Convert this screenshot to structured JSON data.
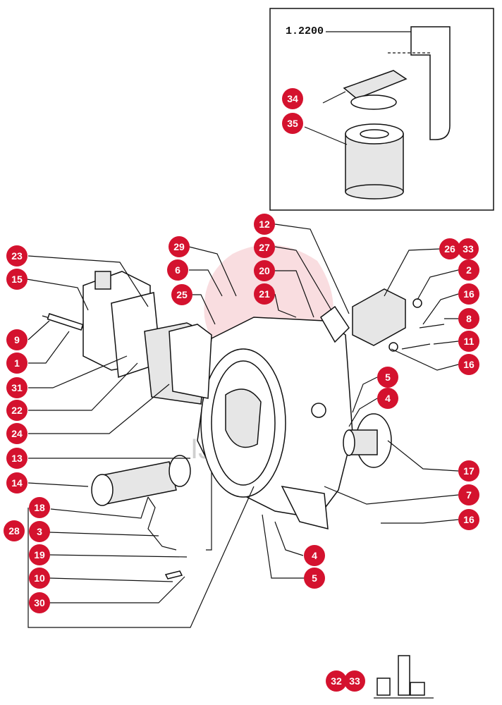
{
  "inset": {
    "reference": "1.2200"
  },
  "watermark": {
    "text": "IJHONX"
  },
  "callouts": [
    {
      "id": "c34",
      "label": "34"
    },
    {
      "id": "c35",
      "label": "35"
    },
    {
      "id": "c12",
      "label": "12"
    },
    {
      "id": "c29",
      "label": "29"
    },
    {
      "id": "c27",
      "label": "27"
    },
    {
      "id": "c26",
      "label": "26"
    },
    {
      "id": "c33a",
      "label": "33"
    },
    {
      "id": "c23",
      "label": "23"
    },
    {
      "id": "c15",
      "label": "15"
    },
    {
      "id": "c6",
      "label": "6"
    },
    {
      "id": "c20",
      "label": "20"
    },
    {
      "id": "c2",
      "label": "2"
    },
    {
      "id": "c25",
      "label": "25"
    },
    {
      "id": "c21",
      "label": "21"
    },
    {
      "id": "c16a",
      "label": "16"
    },
    {
      "id": "c8",
      "label": "8"
    },
    {
      "id": "c9",
      "label": "9"
    },
    {
      "id": "c11",
      "label": "11"
    },
    {
      "id": "c1",
      "label": "1"
    },
    {
      "id": "c16b",
      "label": "16"
    },
    {
      "id": "c31",
      "label": "31"
    },
    {
      "id": "c5a",
      "label": "5"
    },
    {
      "id": "c22",
      "label": "22"
    },
    {
      "id": "c4a",
      "label": "4"
    },
    {
      "id": "c24",
      "label": "24"
    },
    {
      "id": "c13",
      "label": "13"
    },
    {
      "id": "c17",
      "label": "17"
    },
    {
      "id": "c14",
      "label": "14"
    },
    {
      "id": "c7",
      "label": "7"
    },
    {
      "id": "c18",
      "label": "18"
    },
    {
      "id": "c16c",
      "label": "16"
    },
    {
      "id": "c28",
      "label": "28"
    },
    {
      "id": "c3",
      "label": "3"
    },
    {
      "id": "c19",
      "label": "19"
    },
    {
      "id": "c4b",
      "label": "4"
    },
    {
      "id": "c10",
      "label": "10"
    },
    {
      "id": "c5b",
      "label": "5"
    },
    {
      "id": "c30",
      "label": "30"
    },
    {
      "id": "c32",
      "label": "32"
    },
    {
      "id": "c33b",
      "label": "33"
    }
  ]
}
